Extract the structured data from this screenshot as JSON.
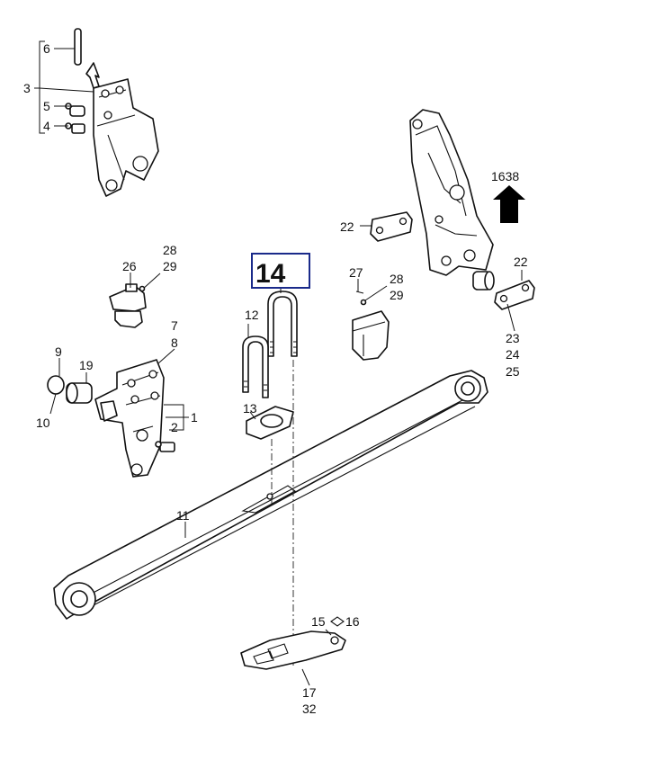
{
  "diagram": {
    "highlight_callout": "14",
    "reference_ref": "1638",
    "callouts": {
      "c1": "1",
      "c2": "2",
      "c3": "3",
      "c4": "4",
      "c5": "5",
      "c6": "6",
      "c7": "7",
      "c8": "8",
      "c9": "9",
      "c10": "10",
      "c11": "11",
      "c12": "12",
      "c13": "13",
      "c15_16": "15",
      "c16": "16",
      "c17": "17",
      "c19": "19",
      "c22a": "22",
      "c22b": "22",
      "c23": "23",
      "c24": "24",
      "c25": "25",
      "c26": "26",
      "c27": "27",
      "c28a": "28",
      "c29a": "29",
      "c28b": "28",
      "c29b": "29",
      "c32": "32"
    },
    "colors": {
      "line": "#111111",
      "highlight_border": "#1a2a8a",
      "arrow": "#000000"
    }
  }
}
